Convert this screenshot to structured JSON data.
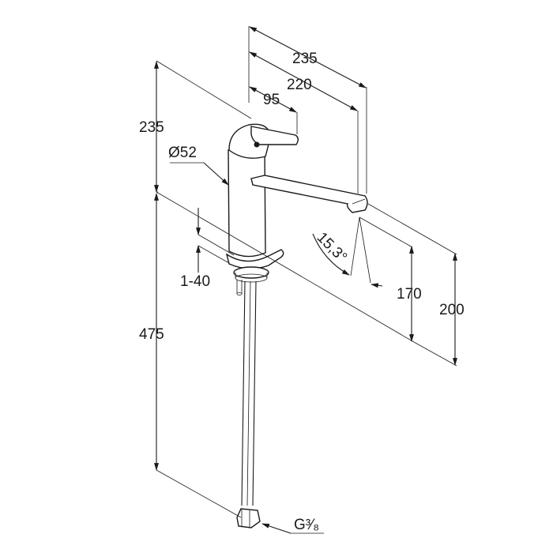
{
  "dimensions": {
    "top_235": "235",
    "reach_220": "220",
    "lever_95": "95",
    "height_235": "235",
    "diameter": "Ø52",
    "deck_thickness": "1-40",
    "spout_angle": "15,3°",
    "outlet_170": "170",
    "outlet_200": "200",
    "hose_475": "475",
    "thread": "G³⁄₈"
  },
  "colors": {
    "ink": "#1a1a1a",
    "background": "#ffffff"
  }
}
